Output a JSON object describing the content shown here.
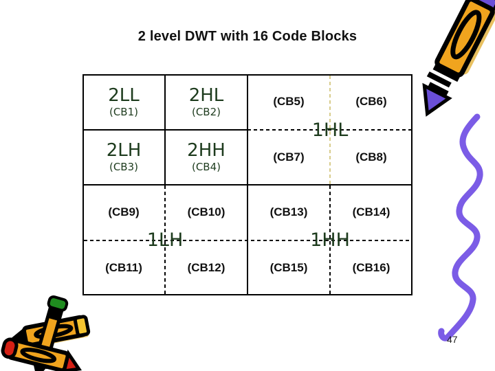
{
  "title": "2 level DWT with 16 Code Blocks",
  "page_number": "47",
  "colors": {
    "subband_green": "#1d3b1d",
    "title_black": "#111111",
    "khaki_dash": "#d8cc8c",
    "squiggle_purple": "#7b5ce6",
    "crayon_orange": "#f0a41e",
    "crayon_red": "#d42015",
    "crayon_green": "#1f8c1f",
    "pencil_purple": "#6a4fd8"
  },
  "diagram": {
    "level2_cells": [
      {
        "subband": "2LL",
        "code_block": "(CB1)"
      },
      {
        "subband": "2HL",
        "code_block": "(CB2)"
      },
      {
        "subband": "2LH",
        "code_block": "(CB3)"
      },
      {
        "subband": "2HH",
        "code_block": "(CB4)"
      }
    ],
    "level1_quadrants": [
      {
        "label": "1HL",
        "code_blocks": [
          "(CB5)",
          "(CB6)",
          "(CB7)",
          "(CB8)"
        ]
      },
      {
        "label": "1LH",
        "code_blocks": [
          "(CB9)",
          "(CB10)",
          "(CB11)",
          "(CB12)"
        ]
      },
      {
        "label": "1HH",
        "code_blocks": [
          "(CB13)",
          "(CB14)",
          "(CB15)",
          "(CB16)"
        ]
      }
    ]
  },
  "icons": {
    "pencil": "pencil-clipart",
    "crayons": "crayons-clipart",
    "squiggle": "squiggle-line"
  }
}
